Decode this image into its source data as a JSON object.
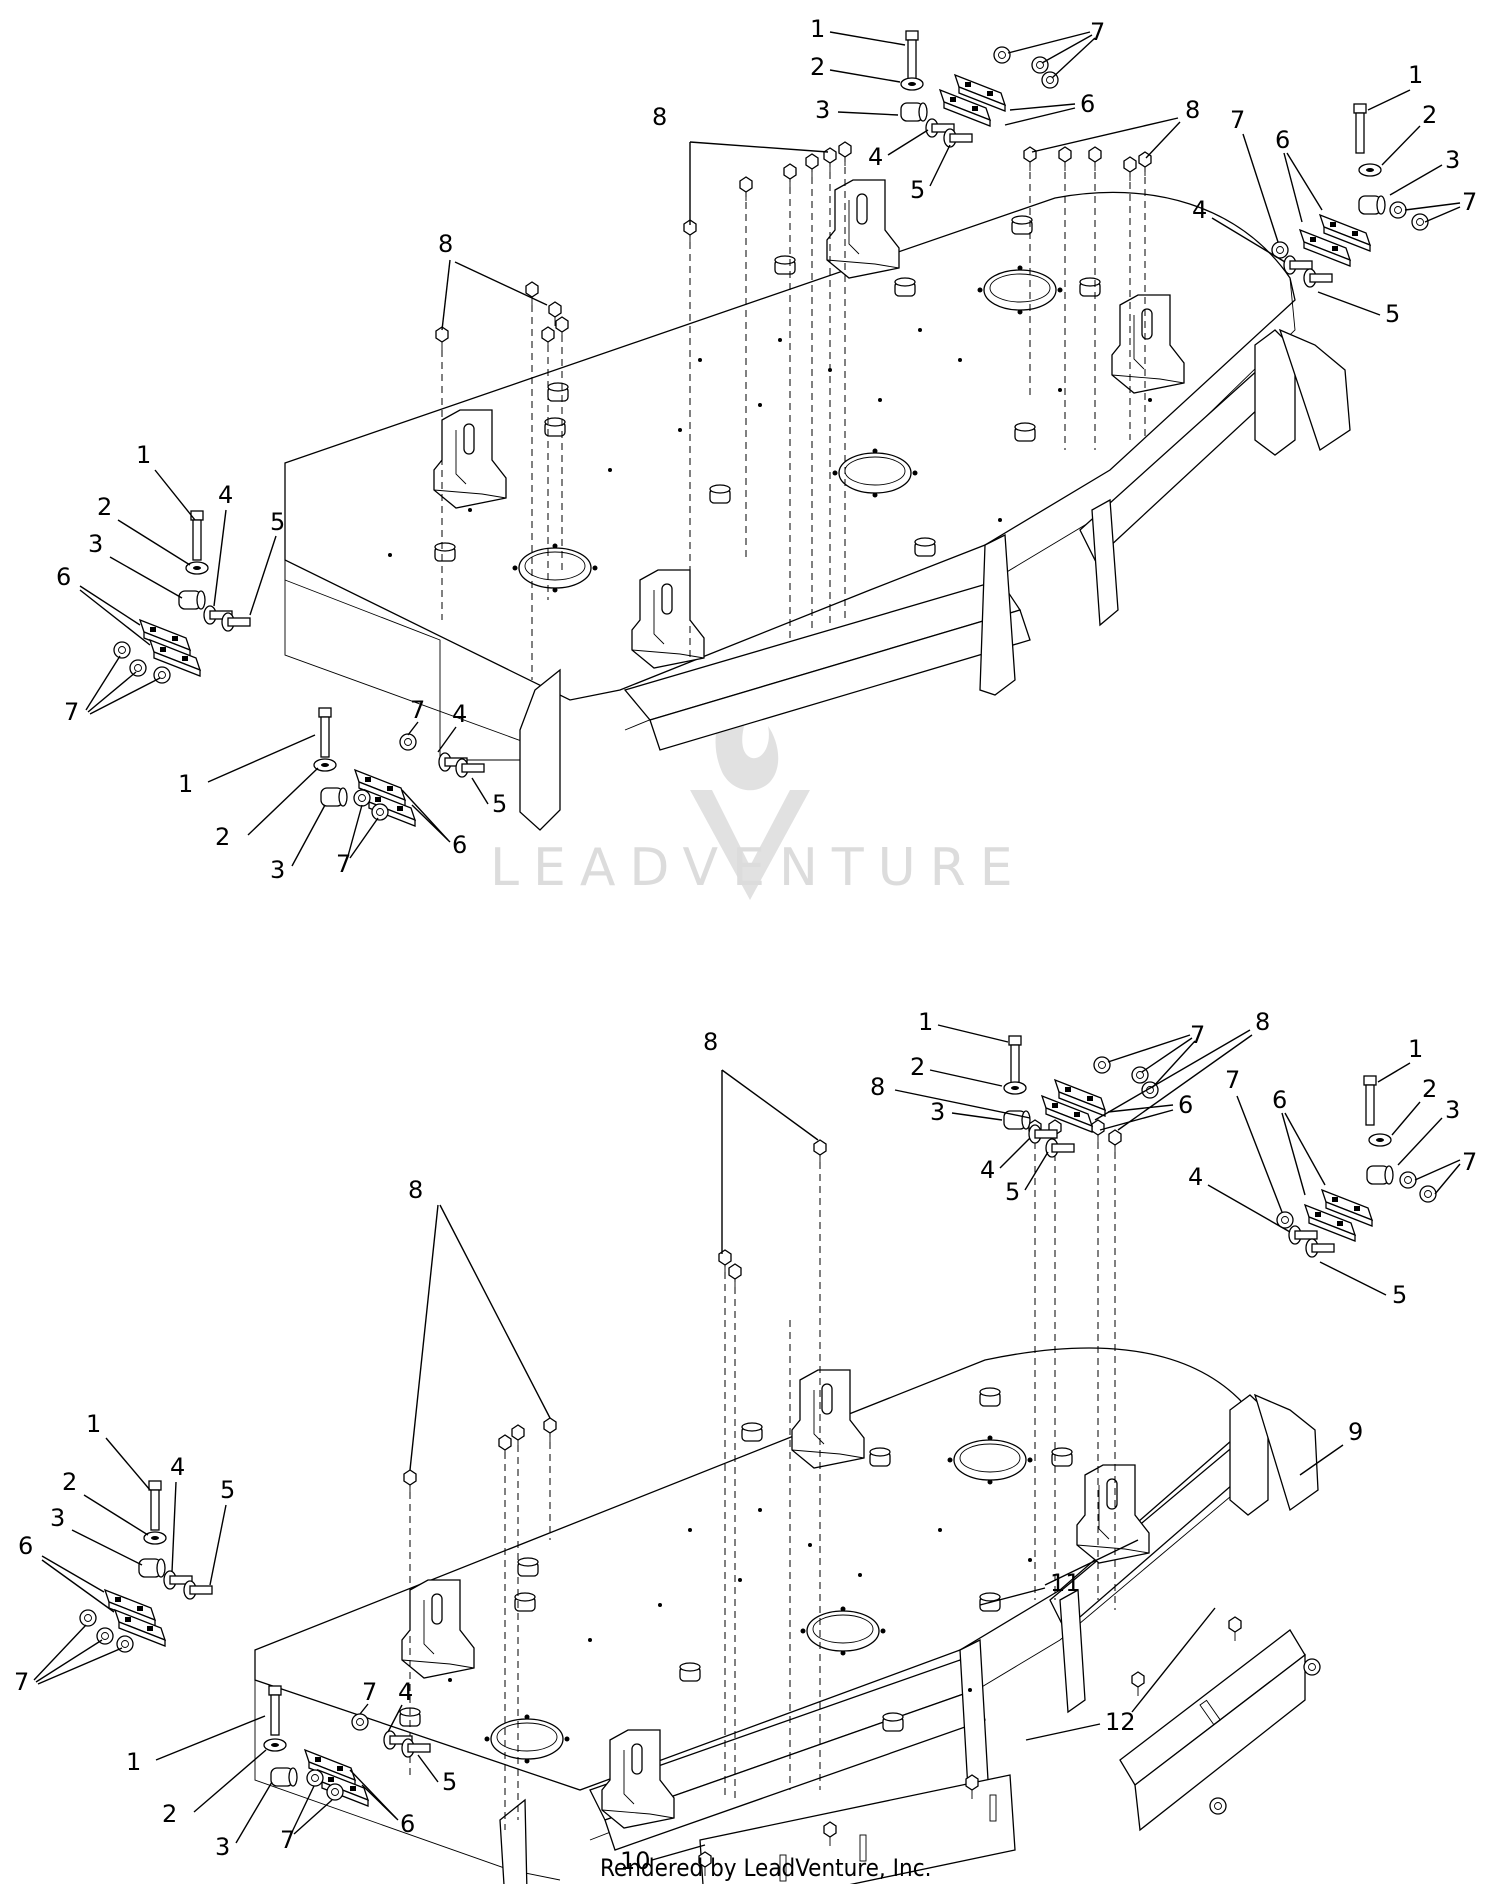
{
  "watermark": {
    "text": "LEADVENTURE"
  },
  "footer": {
    "text": "Rendered by LeadVenture, Inc."
  },
  "callouts": {
    "n1": "1",
    "n2": "2",
    "n3": "3",
    "n4": "4",
    "n5": "5",
    "n6": "6",
    "n7": "7",
    "n8": "8",
    "n9": "9",
    "n10": "10",
    "n11": "11",
    "n12": "12"
  },
  "icons": {
    "watermark": "flame-v-logo-icon"
  }
}
